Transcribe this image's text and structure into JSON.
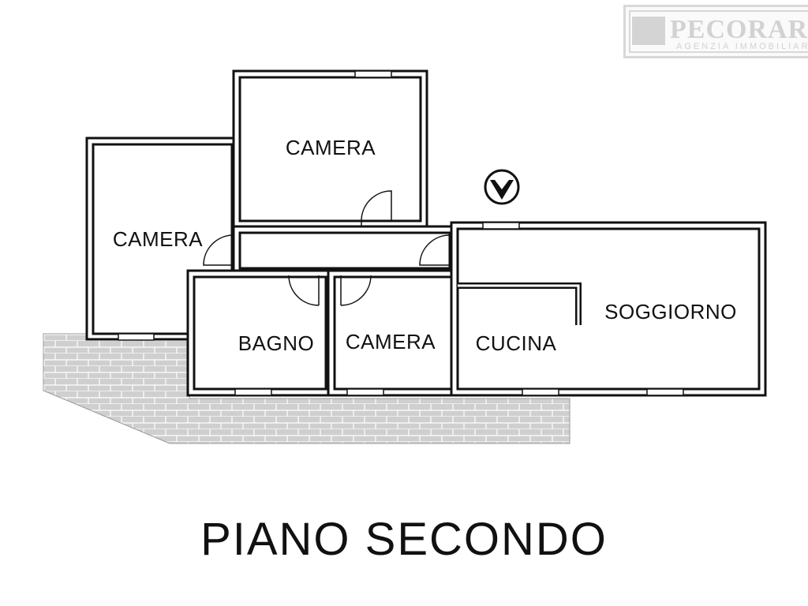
{
  "logo": {
    "name": "PECORARI CASE",
    "subtitle": "AGENZIA IMMOBILIARE"
  },
  "rooms": {
    "camera_left": "CAMERA",
    "camera_top": "CAMERA",
    "bagno": "BAGNO",
    "camera_small": "CAMERA",
    "cucina": "CUCINA",
    "soggiorno": "SOGGIORNO"
  },
  "floor_title": "PIANO SECONDO",
  "entrance_icon": "entrance-arrow-icon",
  "colors": {
    "wall": "#111111",
    "terrace_fill": "#cfcfcf",
    "logo": "#d2d2d2"
  }
}
